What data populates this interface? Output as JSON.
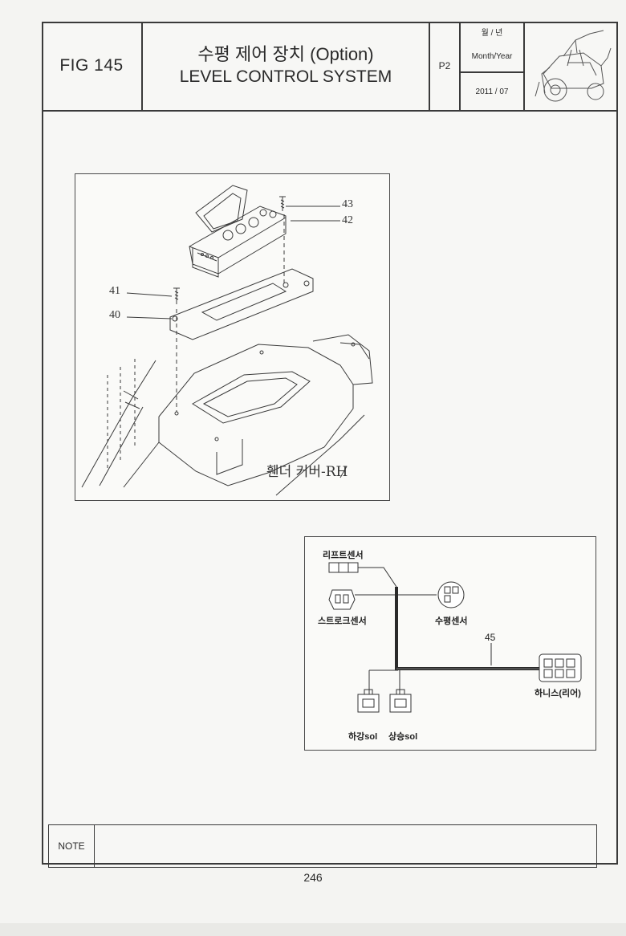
{
  "header": {
    "fig_number": "FIG 145",
    "title_korean": "수평 제어 장치 (Option)",
    "title_english": "LEVEL CONTROL SYSTEM",
    "page_code": "P2",
    "date_label_korean": "월 / 년",
    "date_label_english": "Month/Year",
    "date_value": "2011 / 07"
  },
  "exploded_view": {
    "callouts": [
      "43",
      "42",
      "41",
      "40"
    ],
    "fender_label": "휀더 커버-RH"
  },
  "wiring": {
    "lift_sensor": "리프트센서",
    "stroke_sensor": "스트로크센서",
    "level_sensor": "수평센서",
    "harness_number": "45",
    "harness_rear": "하니스(리어)",
    "lower_sol": "하강sol",
    "raise_sol": "상승sol"
  },
  "note": {
    "label": "NOTE",
    "text": ""
  },
  "footer": {
    "page_number": "246"
  }
}
